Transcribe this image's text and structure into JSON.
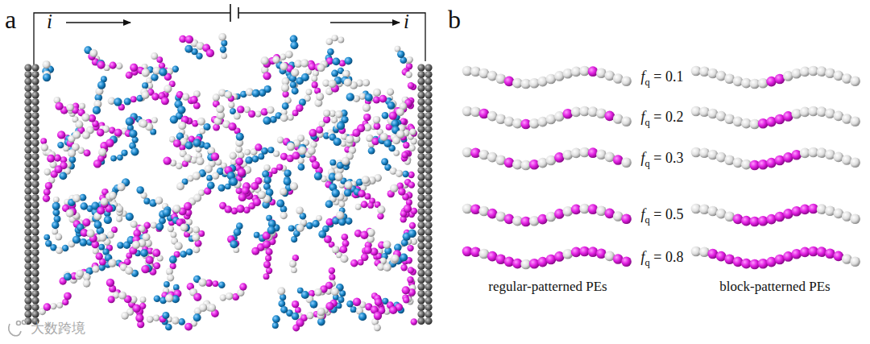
{
  "diagram": {
    "labels": [
      "a",
      "i",
      "i",
      "b",
      "fq = 0.1",
      "fq = 0.2",
      "fq = 0.3",
      "fq = 0.5",
      "fq = 0.8",
      "regular-patterned PEs",
      "block-patterned PEs",
      "大数跨境"
    ]
  }
}
